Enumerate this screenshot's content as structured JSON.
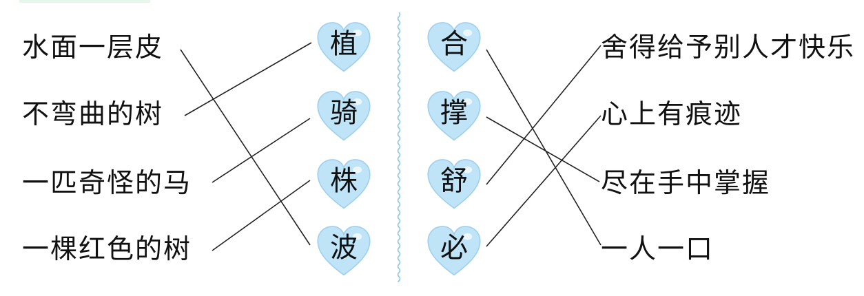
{
  "left_riddles": [
    "水面一层皮",
    "不弯曲的树",
    "一匹奇怪的马",
    "一棵红色的树"
  ],
  "left_chars": [
    "植",
    "骑",
    "株",
    "波"
  ],
  "right_chars": [
    "合",
    "撑",
    "舒",
    "必"
  ],
  "right_riddles": [
    "舍得给予别人才快乐",
    "心上有痕迹",
    "尽在手中掌握",
    "一人一口"
  ],
  "colors": {
    "heart_fill": "#bfe3f7",
    "heart_stroke": "#9fd0ee",
    "line": "#222222",
    "divider": "#8fc7e6"
  }
}
